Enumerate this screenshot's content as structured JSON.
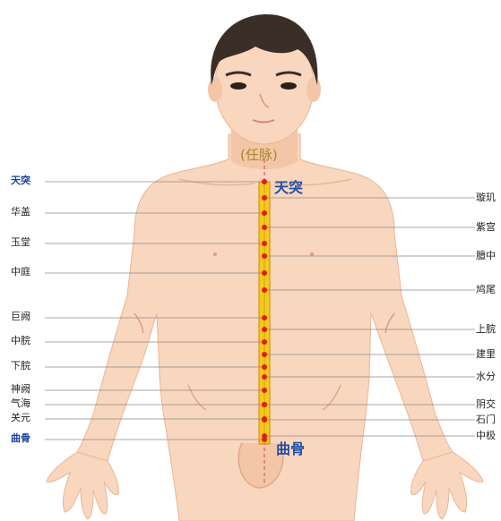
{
  "meridian_name": "(任脉)",
  "highlight": {
    "top": "天突",
    "bottom": "曲骨"
  },
  "left_labels": [
    {
      "text": "天突",
      "style": "blue"
    },
    {
      "text": "华盖",
      "style": "normal"
    },
    {
      "text": "玉堂",
      "style": "normal"
    },
    {
      "text": "中庭",
      "style": "normal"
    },
    {
      "text": "巨阙",
      "style": "normal"
    },
    {
      "text": "中脘",
      "style": "normal"
    },
    {
      "text": "下脘",
      "style": "normal"
    },
    {
      "text": "神阙",
      "style": "normal"
    },
    {
      "text": "气海",
      "style": "normal"
    },
    {
      "text": "关元",
      "style": "normal"
    },
    {
      "text": "曲骨",
      "style": "blue"
    }
  ],
  "right_labels": [
    "璇玑",
    "紫宫",
    "膻中",
    "鸠尾",
    "上脘",
    "建里",
    "水分",
    "阴交",
    "石门",
    "中极"
  ],
  "colors": {
    "skin": "#f9d6be",
    "skin_shadow": "#e8b696",
    "hair": "#3b2e27",
    "channel": "#f2cc18",
    "channel_border": "#e07d1a",
    "point": "#e31b1b",
    "label_blue": "#1a3f9c"
  }
}
